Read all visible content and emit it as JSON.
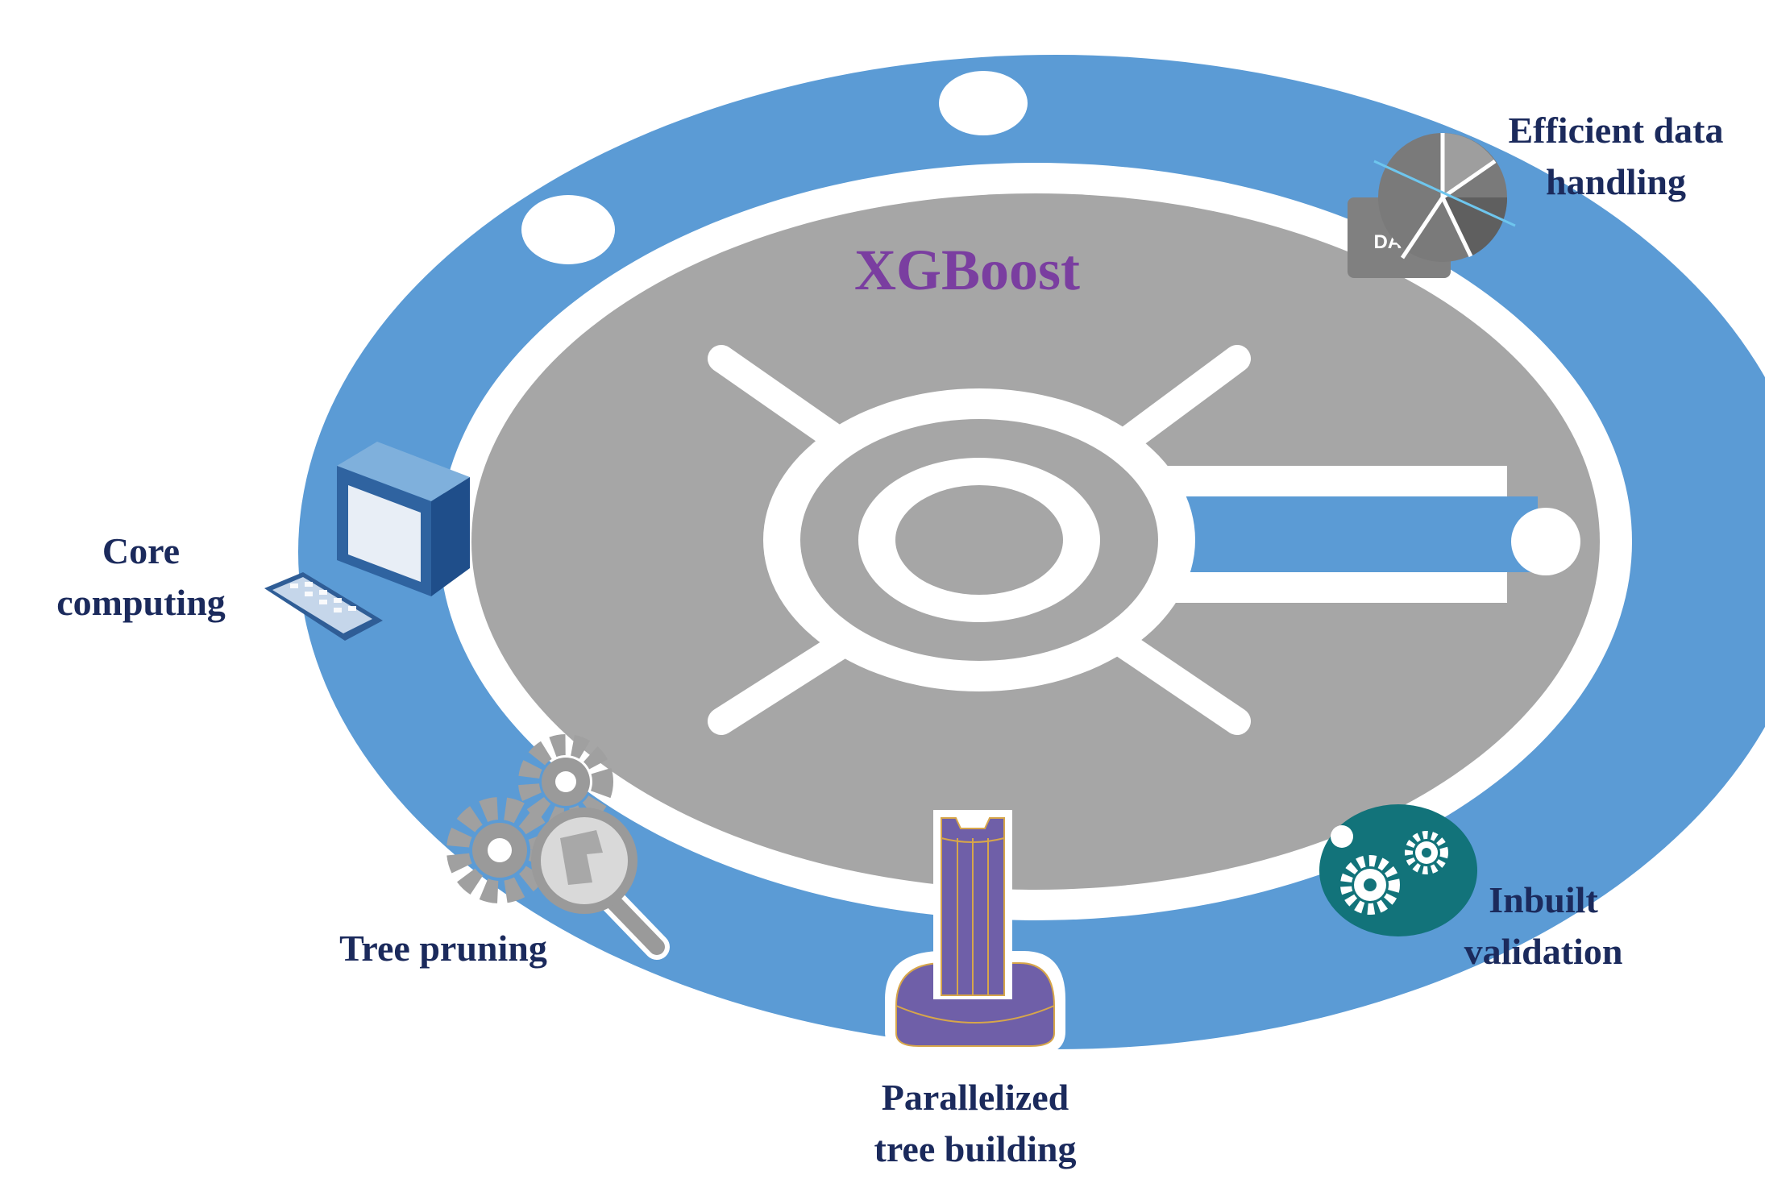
{
  "diagram": {
    "title": "XGBoost",
    "features": {
      "core_computing": [
        "Core",
        "computing"
      ],
      "efficient_data_handling": [
        "Efficient data",
        "handling"
      ],
      "tree_pruning": [
        "Tree pruning"
      ],
      "parallelized_tree_building": [
        "Parallelized",
        "tree building"
      ],
      "inbuilt_validation": [
        "Inbuilt",
        "validation"
      ]
    },
    "data_icon_text": "DATA",
    "icons": {
      "core_computing": "computer-icon",
      "efficient_data_handling": "data-pie-icon",
      "tree_pruning": "gear-magnifier-icon",
      "parallelized_tree_building": "parallel-pillar-icon",
      "inbuilt_validation": "gears-circle-icon"
    },
    "colors": {
      "outer_ring": "#5b9bd5",
      "inner_disc": "#a6a6a6",
      "title": "#7a3ea0",
      "labels": "#1b2a5c",
      "pillar": "#6f5fa8",
      "validation_icon": "#12737a"
    }
  }
}
